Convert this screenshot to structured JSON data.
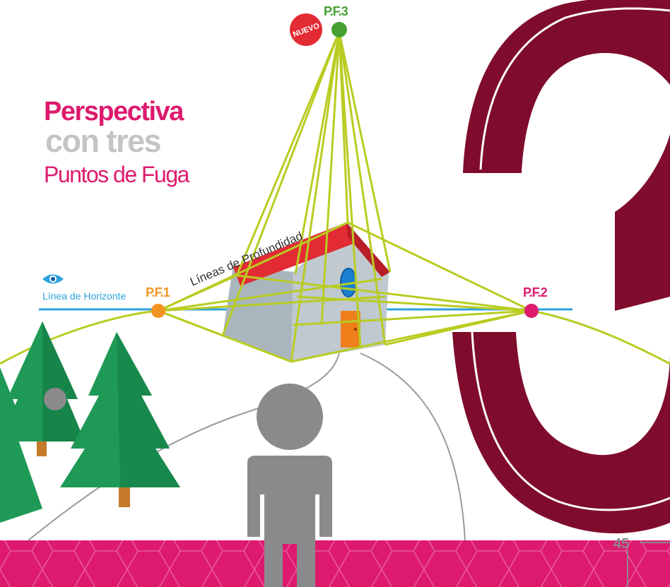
{
  "title": {
    "line1": "Perspectiva",
    "line2": "con tres",
    "line3": "Puntos de Fuga"
  },
  "labels": {
    "pf1": "P.F.1",
    "pf2": "P.F.2",
    "pf3": "P.F.3",
    "horizon": "Línea de Horizonte",
    "depth_lines": "Líneas de Profundidad",
    "badge": "NUEVO",
    "big_number": "3",
    "page_number": "45"
  },
  "icons": {
    "horizon_marker": "eye-icon"
  },
  "colors": {
    "magenta": "#dd1a6e",
    "gray_text": "#c4c4c6",
    "horizon": "#2ba3dc",
    "depth_lines": "#b9cc22",
    "pf1": "#f39321",
    "pf2": "#dd1a6e",
    "pf3": "#46a032",
    "big_three": "#7f0c2c",
    "roof": "#e32b34",
    "tree": "#1f9a56",
    "person": "#8a8a8d"
  }
}
